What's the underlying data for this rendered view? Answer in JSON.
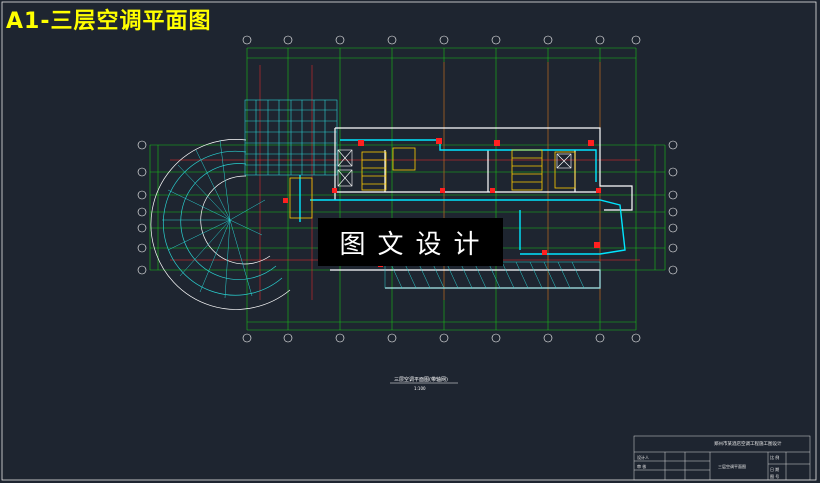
{
  "title": "A1-三层空调平面图",
  "watermark": "图文设计",
  "drawing_caption": "三层空调平面图(带轴网)",
  "drawing_scale": "1:100",
  "title_block": {
    "project": "郑州市某酒店空调工程施工图设计",
    "sheet_name": "三层空调平面图",
    "designer_label": "设计人",
    "checker_label": "审 核",
    "scale_label": "比 例",
    "date_label": "日 期",
    "sheet_no_label": "图 号"
  },
  "colors": {
    "background": "#1e2530",
    "frame": "#e6e6e6",
    "axis": "#00ff00",
    "axis_bubble": "#ffffff",
    "wall": "#ffffff",
    "duct": "#00e5ff",
    "pipe": "#ff2020",
    "stair": "#ffcc00",
    "hatch": "#2ad0d0",
    "title": "#ffff00"
  }
}
